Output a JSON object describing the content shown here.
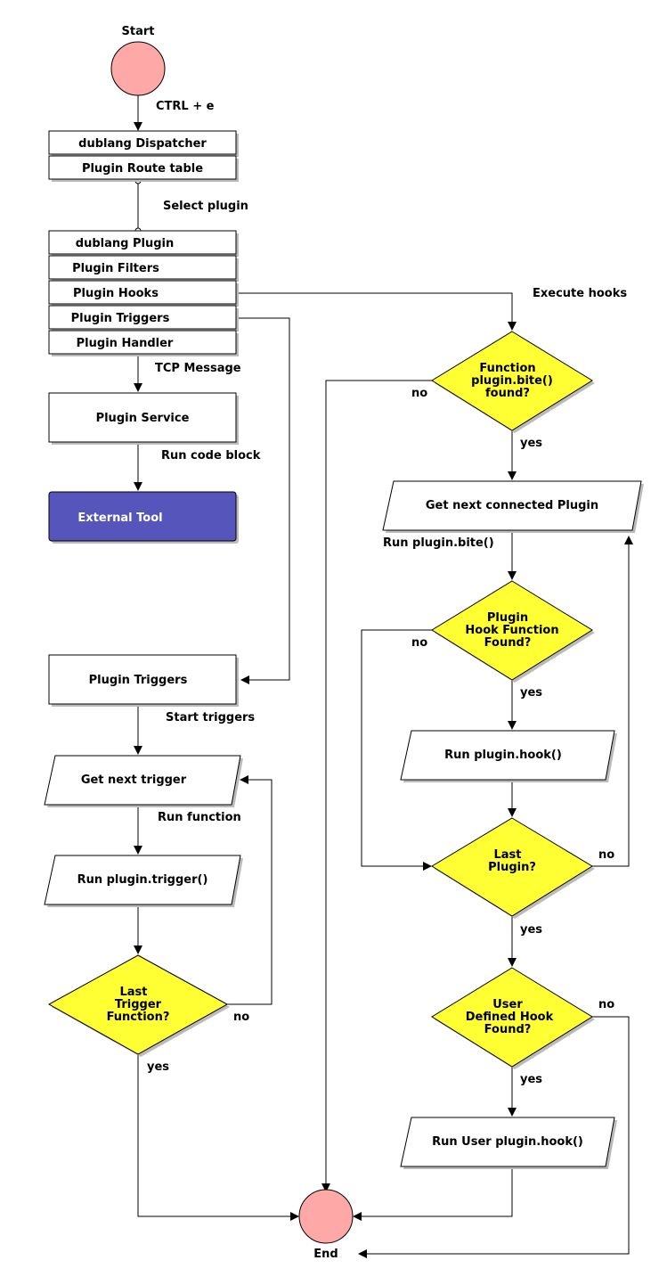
{
  "nodes": {
    "start": "Start",
    "end": "End",
    "dispatcher": "dublang Dispatcher",
    "route_table": "Plugin Route table",
    "plugin": "dublang Plugin",
    "filters": "Plugin Filters",
    "hooks": "Plugin Hooks",
    "triggers": "Plugin Triggers",
    "handler": "Plugin Handler",
    "service": "Plugin Service",
    "external_tool": "External Tool",
    "triggers2": "Plugin Triggers",
    "get_next_trigger": "Get next trigger",
    "run_trigger": "Run plugin.trigger()",
    "last_trigger": [
      "Last",
      "Trigger",
      "Function?"
    ],
    "function_bite": [
      "Function",
      "plugin.bite()",
      "found?"
    ],
    "get_next_plugin": "Get next connected Plugin",
    "plugin_hook_found": [
      "Plugin",
      "Hook Function",
      "Found?"
    ],
    "run_hook": "Run plugin.hook()",
    "last_plugin": [
      "Last",
      "Plugin?"
    ],
    "user_hook_found": [
      "User",
      "Defined Hook",
      "Found?"
    ],
    "run_user_hook": "Run User plugin.hook()"
  },
  "edges": {
    "ctrl_e": "CTRL + e",
    "select_plugin": "Select plugin",
    "tcp_message": "TCP Message",
    "run_code_block": "Run code block",
    "execute_hooks": "Execute hooks",
    "start_triggers": "Start triggers",
    "run_function": "Run function",
    "run_bite": "Run plugin.bite()",
    "yes": "yes",
    "no": "no"
  },
  "colors": {
    "terminal": "#ffa8a8",
    "decision": "#ffff33",
    "external_tool": "#5555bb"
  }
}
